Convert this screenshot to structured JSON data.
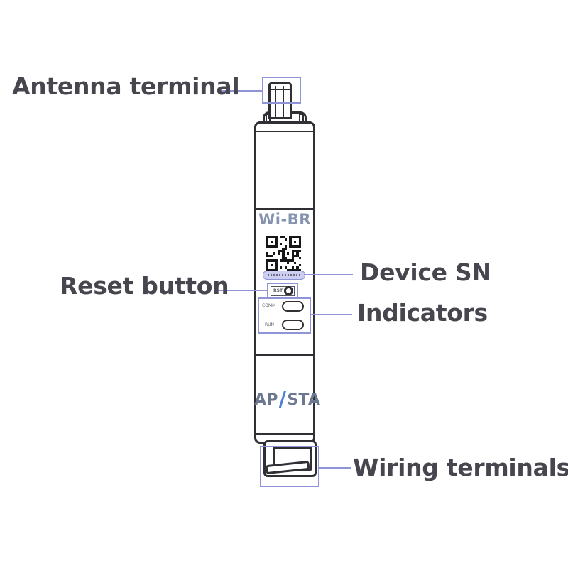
{
  "device": {
    "model": "Wi-BR",
    "mode_prefix": "AP",
    "mode_slash": "/",
    "mode_suffix": "STA",
    "reset": "RST",
    "indicators": {
      "comm": "COMM",
      "run": "RUN"
    }
  },
  "callouts": {
    "antenna": {
      "label": "Antenna terminal",
      "side": "left"
    },
    "reset": {
      "label": "Reset button",
      "side": "left"
    },
    "device_sn": {
      "label": "Device SN",
      "side": "right"
    },
    "indicators": {
      "label": "Indicators",
      "side": "right"
    },
    "wiring": {
      "label": "Wiring terminals",
      "side": "right"
    }
  },
  "colors": {
    "highlight": "#8f93d8",
    "outline": "#2f2f34",
    "label_text": "#47464e",
    "slash_blue": "#4d7ed8",
    "model_text": "#8693ae",
    "mode_text": "#6b7890",
    "qr_dark": "#17171a",
    "sn_fill": "#cdcff0",
    "tiny_text": "#5c5f66"
  }
}
